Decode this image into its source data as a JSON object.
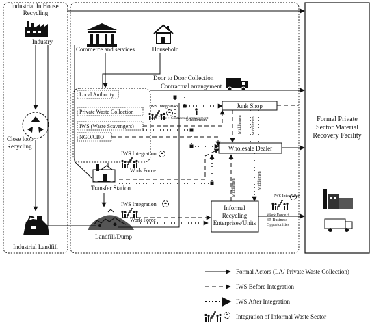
{
  "colors": {
    "line": "#111111",
    "background": "#ffffff",
    "box_fill": "#ffffff"
  },
  "actors": {
    "industry_group_title": "Industrial In House Recycling",
    "industry": "Industry",
    "commerce": "Commerce and services",
    "household": "Household",
    "door_to_door": "Door to Door Collection",
    "contractual": "Contractual arrangement",
    "close_loop": "Close loop Recycling",
    "industrial_landfill": "Industrial Landfill",
    "local_authority": "Local Authority",
    "private_collection": "Private Waste Collection",
    "iws": "IWS (Waste Scavengers)",
    "ngo": "NGO/CBO",
    "junk_shop": "Junk Shop",
    "wholesale": "Wholesale Dealer",
    "transfer_station": "Transfer Station",
    "landfill": "Landfill/Dump",
    "informal_units": "Informal Recycling Enterprises/Units",
    "formal_facility": "Formal Private Sector Material Recovery Facility"
  },
  "labels": {
    "iws_integration": "IWS Integration",
    "work_force": "Work Force",
    "work_force_contractual": "Work Force + Contractual arrangement",
    "work_force_3r": "Work Force + 3R Business Opportunities",
    "middlemen": "Middlemen"
  },
  "legend": {
    "formal": "Formal Actors (LA/ Private Waste Collection)",
    "before": "IWS Before Integration",
    "after": "IWS After Integration",
    "integration": "Integration of Informal Waste Sector"
  },
  "icons": {
    "factory": "factory-icon",
    "bank": "bank-building-icon",
    "house": "house-icon",
    "recycle": "recycle-icon",
    "truck": "garbage-truck-icon",
    "workers": "workers-icon",
    "station": "transfer-station-icon",
    "dump": "landfill-dump-icon",
    "industrial_landfill": "industrial-landfill-icon",
    "plant": "recovery-plant-icon"
  }
}
